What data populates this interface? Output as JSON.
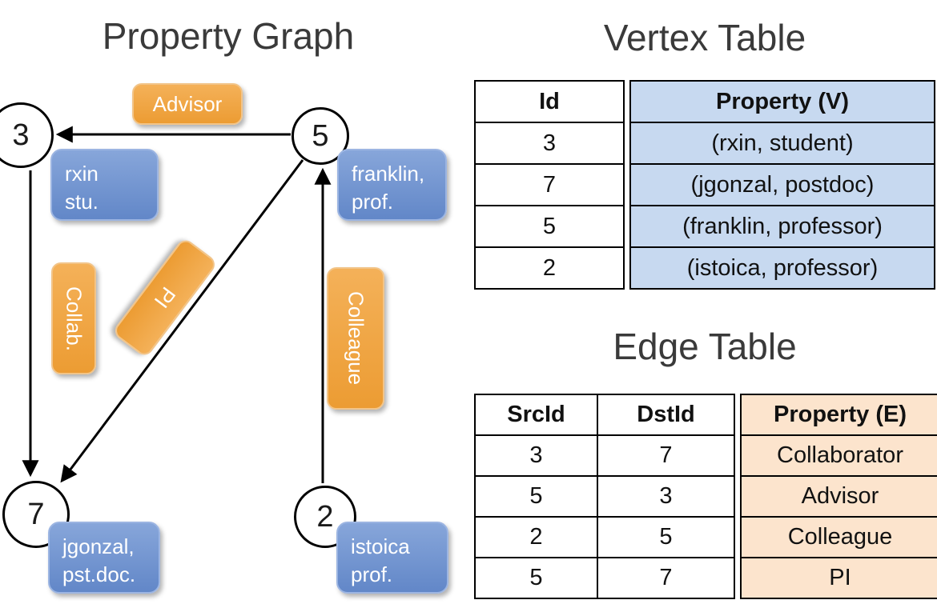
{
  "graph": {
    "title": "Property Graph",
    "nodes": [
      {
        "id": "3"
      },
      {
        "id": "5"
      },
      {
        "id": "7"
      },
      {
        "id": "2"
      }
    ],
    "vertex_boxes": [
      {
        "line1": "rxin",
        "line2": "stu."
      },
      {
        "line1": "franklin,",
        "line2": "prof."
      },
      {
        "line1": "jgonzal,",
        "line2": "pst.doc."
      },
      {
        "line1": "istoica",
        "line2": "prof."
      }
    ],
    "edge_boxes": [
      {
        "label": "Advisor"
      },
      {
        "label": "Collab."
      },
      {
        "label": "PI"
      },
      {
        "label": "Colleague"
      }
    ]
  },
  "vertex_table": {
    "title": "Vertex Table",
    "headers": {
      "id": "Id",
      "property": "Property (V)"
    },
    "rows": [
      {
        "id": "3",
        "property": "(rxin, student)"
      },
      {
        "id": "7",
        "property": "(jgonzal, postdoc)"
      },
      {
        "id": "5",
        "property": "(franklin, professor)"
      },
      {
        "id": "2",
        "property": "(istoica, professor)"
      }
    ]
  },
  "edge_table": {
    "title": "Edge Table",
    "headers": {
      "src": "SrcId",
      "dst": "DstId",
      "property": "Property (E)"
    },
    "rows": [
      {
        "src": "3",
        "dst": "7",
        "property": "Collaborator"
      },
      {
        "src": "5",
        "dst": "3",
        "property": "Advisor"
      },
      {
        "src": "2",
        "dst": "5",
        "property": "Colleague"
      },
      {
        "src": "5",
        "dst": "7",
        "property": "PI"
      }
    ]
  },
  "colors": {
    "vertex_box": "#6b8fcf",
    "edge_box": "#f0a441",
    "vertex_table_fill": "#c7d9f0",
    "edge_table_fill": "#fce4cd",
    "edge_value_text": "#9c5700",
    "arrow": "#000000"
  }
}
